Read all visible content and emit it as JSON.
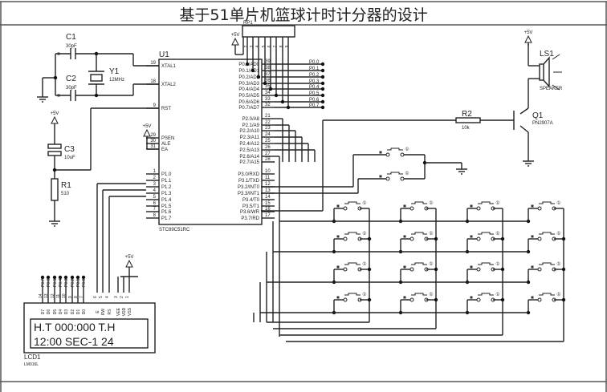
{
  "title": "基于51单片机篮球计时计分器的设计",
  "components": {
    "c1": {
      "ref": "C1",
      "value": "30pF"
    },
    "c2": {
      "ref": "C2",
      "value": "30pF"
    },
    "c3": {
      "ref": "C3",
      "value": "10uF"
    },
    "y1": {
      "ref": "Y1",
      "value": "12MHz"
    },
    "r1": {
      "ref": "R1",
      "value": "510"
    },
    "r2": {
      "ref": "R2",
      "value": "10k"
    },
    "q1": {
      "ref": "Q1",
      "value": "PN2907A"
    },
    "ls1": {
      "ref": "LS1",
      "value": "SPEAKER"
    },
    "rp1": {
      "ref": "RP1"
    },
    "u1": {
      "ref": "U1",
      "part": "STC89C51RC"
    },
    "lcd1": {
      "ref": "LCD1",
      "part": "LM016L"
    }
  },
  "power": {
    "vcc": "+5V"
  },
  "u1_left_pins": [
    {
      "num": "19",
      "name": "XTAL1"
    },
    {
      "num": "18",
      "name": "XTAL2"
    },
    {
      "num": "9",
      "name": "RST"
    },
    {
      "num": "29",
      "name": "PSEN"
    },
    {
      "num": "30",
      "name": "ALE"
    },
    {
      "num": "31",
      "name": "EA"
    },
    {
      "num": "1",
      "name": "P1.0"
    },
    {
      "num": "2",
      "name": "P1.1"
    },
    {
      "num": "3",
      "name": "P1.2"
    },
    {
      "num": "4",
      "name": "P1.3"
    },
    {
      "num": "5",
      "name": "P1.4"
    },
    {
      "num": "6",
      "name": "P1.5"
    },
    {
      "num": "7",
      "name": "P1.6"
    },
    {
      "num": "8",
      "name": "P1.7"
    }
  ],
  "u1_right_pins": [
    {
      "num": "39",
      "name": "P0.0/AD0"
    },
    {
      "num": "38",
      "name": "P0.1/AD1"
    },
    {
      "num": "37",
      "name": "P0.2/AD2"
    },
    {
      "num": "36",
      "name": "P0.3/AD3"
    },
    {
      "num": "35",
      "name": "P0.4/AD4"
    },
    {
      "num": "34",
      "name": "P0.5/AD5"
    },
    {
      "num": "33",
      "name": "P0.6/AD6"
    },
    {
      "num": "32",
      "name": "P0.7/AD7"
    },
    {
      "num": "21",
      "name": "P2.0/A8"
    },
    {
      "num": "22",
      "name": "P2.1/A9"
    },
    {
      "num": "23",
      "name": "P2.2/A10"
    },
    {
      "num": "24",
      "name": "P2.3/A11"
    },
    {
      "num": "25",
      "name": "P2.4/A12"
    },
    {
      "num": "26",
      "name": "P2.5/A13"
    },
    {
      "num": "27",
      "name": "P2.6/A14"
    },
    {
      "num": "28",
      "name": "P2.7/A15"
    },
    {
      "num": "10",
      "name": "P3.0/RXD"
    },
    {
      "num": "11",
      "name": "P3.1/TXD"
    },
    {
      "num": "12",
      "name": "P3.2/INT0"
    },
    {
      "num": "13",
      "name": "P3.3/INT1"
    },
    {
      "num": "14",
      "name": "P3.4/T0"
    },
    {
      "num": "15",
      "name": "P3.5/T1"
    },
    {
      "num": "16",
      "name": "P3.6/WR"
    },
    {
      "num": "17",
      "name": "P3.7/RD"
    }
  ],
  "p0_net_labels": [
    "P0.0",
    "P0.1",
    "P0.2",
    "P0.3",
    "P0.4",
    "P0.5",
    "P0.6",
    "P0.7"
  ],
  "rp1_pins": [
    "1",
    "2",
    "3",
    "4",
    "5",
    "6",
    "7",
    "8",
    "9"
  ],
  "lcd_pins": [
    {
      "num": "14",
      "name": "D7",
      "net": "P0.7"
    },
    {
      "num": "13",
      "name": "D6",
      "net": "P0.6"
    },
    {
      "num": "12",
      "name": "D5",
      "net": "P0.5"
    },
    {
      "num": "11",
      "name": "D4",
      "net": "P0.4"
    },
    {
      "num": "10",
      "name": "D3",
      "net": "P0.3"
    },
    {
      "num": "9",
      "name": "D2",
      "net": "P0.2"
    },
    {
      "num": "8",
      "name": "D1",
      "net": "P0.1"
    },
    {
      "num": "7",
      "name": "D0",
      "net": "P0.0"
    },
    {
      "num": "6",
      "name": "E",
      "net": ""
    },
    {
      "num": "5",
      "name": "RW",
      "net": ""
    },
    {
      "num": "4",
      "name": "RS",
      "net": ""
    },
    {
      "num": "3",
      "name": "VEE",
      "net": ""
    },
    {
      "num": "2",
      "name": "VDD",
      "net": ""
    },
    {
      "num": "1",
      "name": "VSS",
      "net": ""
    }
  ],
  "lcd_display": {
    "line1": "H.T 000:000 T.H",
    "line2": "12:00  SEC-1  24"
  },
  "button_pin_label": "①"
}
